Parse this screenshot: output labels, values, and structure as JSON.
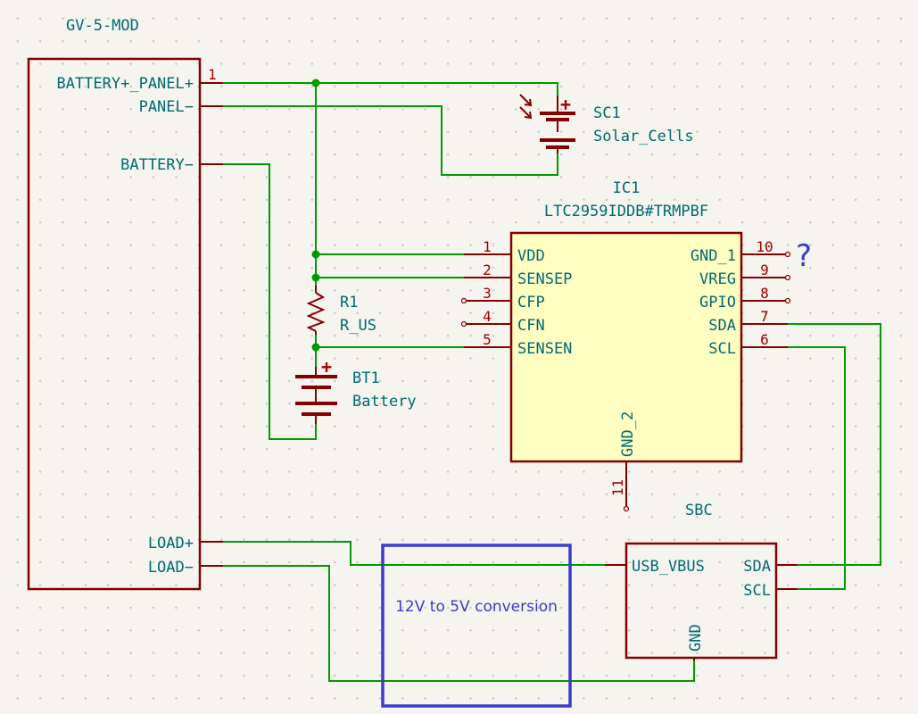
{
  "connector": {
    "ref": "GV-5-MOD",
    "pins": {
      "battery_panel_pos": "BATTERY+_PANEL+",
      "battery_panel_pos_num": "1",
      "panel_neg": "PANEL−",
      "battery_neg": "BATTERY−",
      "load_pos": "LOAD+",
      "load_neg": "LOAD−"
    }
  },
  "solar": {
    "ref": "SC1",
    "value": "Solar_Cells",
    "plus": "+"
  },
  "ic": {
    "ref": "IC1",
    "value": "LTC2959IDDB#TRMPBF",
    "left_pins": [
      {
        "num": "1",
        "name": "VDD"
      },
      {
        "num": "2",
        "name": "SENSEP"
      },
      {
        "num": "3",
        "name": "CFP"
      },
      {
        "num": "4",
        "name": "CFN"
      },
      {
        "num": "5",
        "name": "SENSEN"
      }
    ],
    "right_pins": [
      {
        "num": "10",
        "name": "GND_1"
      },
      {
        "num": "9",
        "name": "VREG"
      },
      {
        "num": "8",
        "name": "GPIO"
      },
      {
        "num": "7",
        "name": "SDA"
      },
      {
        "num": "6",
        "name": "SCL"
      }
    ],
    "bottom_pin": {
      "num": "11",
      "name": "GND_2"
    }
  },
  "resistor": {
    "ref": "R1",
    "value": "R_US"
  },
  "battery": {
    "ref": "BT1",
    "value": "Battery",
    "plus": "+"
  },
  "sbc": {
    "ref": "SBC",
    "pins": {
      "vbus": "USB_VBUS",
      "sda": "SDA",
      "scl": "SCL",
      "gnd": "GND"
    }
  },
  "conversion_note": "12V to 5V conversion",
  "question_mark": "?",
  "colors": {
    "wire": "#009a00",
    "symbol": "#840000",
    "pin_number": "#a40000",
    "text": "#006a72",
    "ic_fill": "#ffffc2",
    "note": "#3c3cc8"
  }
}
